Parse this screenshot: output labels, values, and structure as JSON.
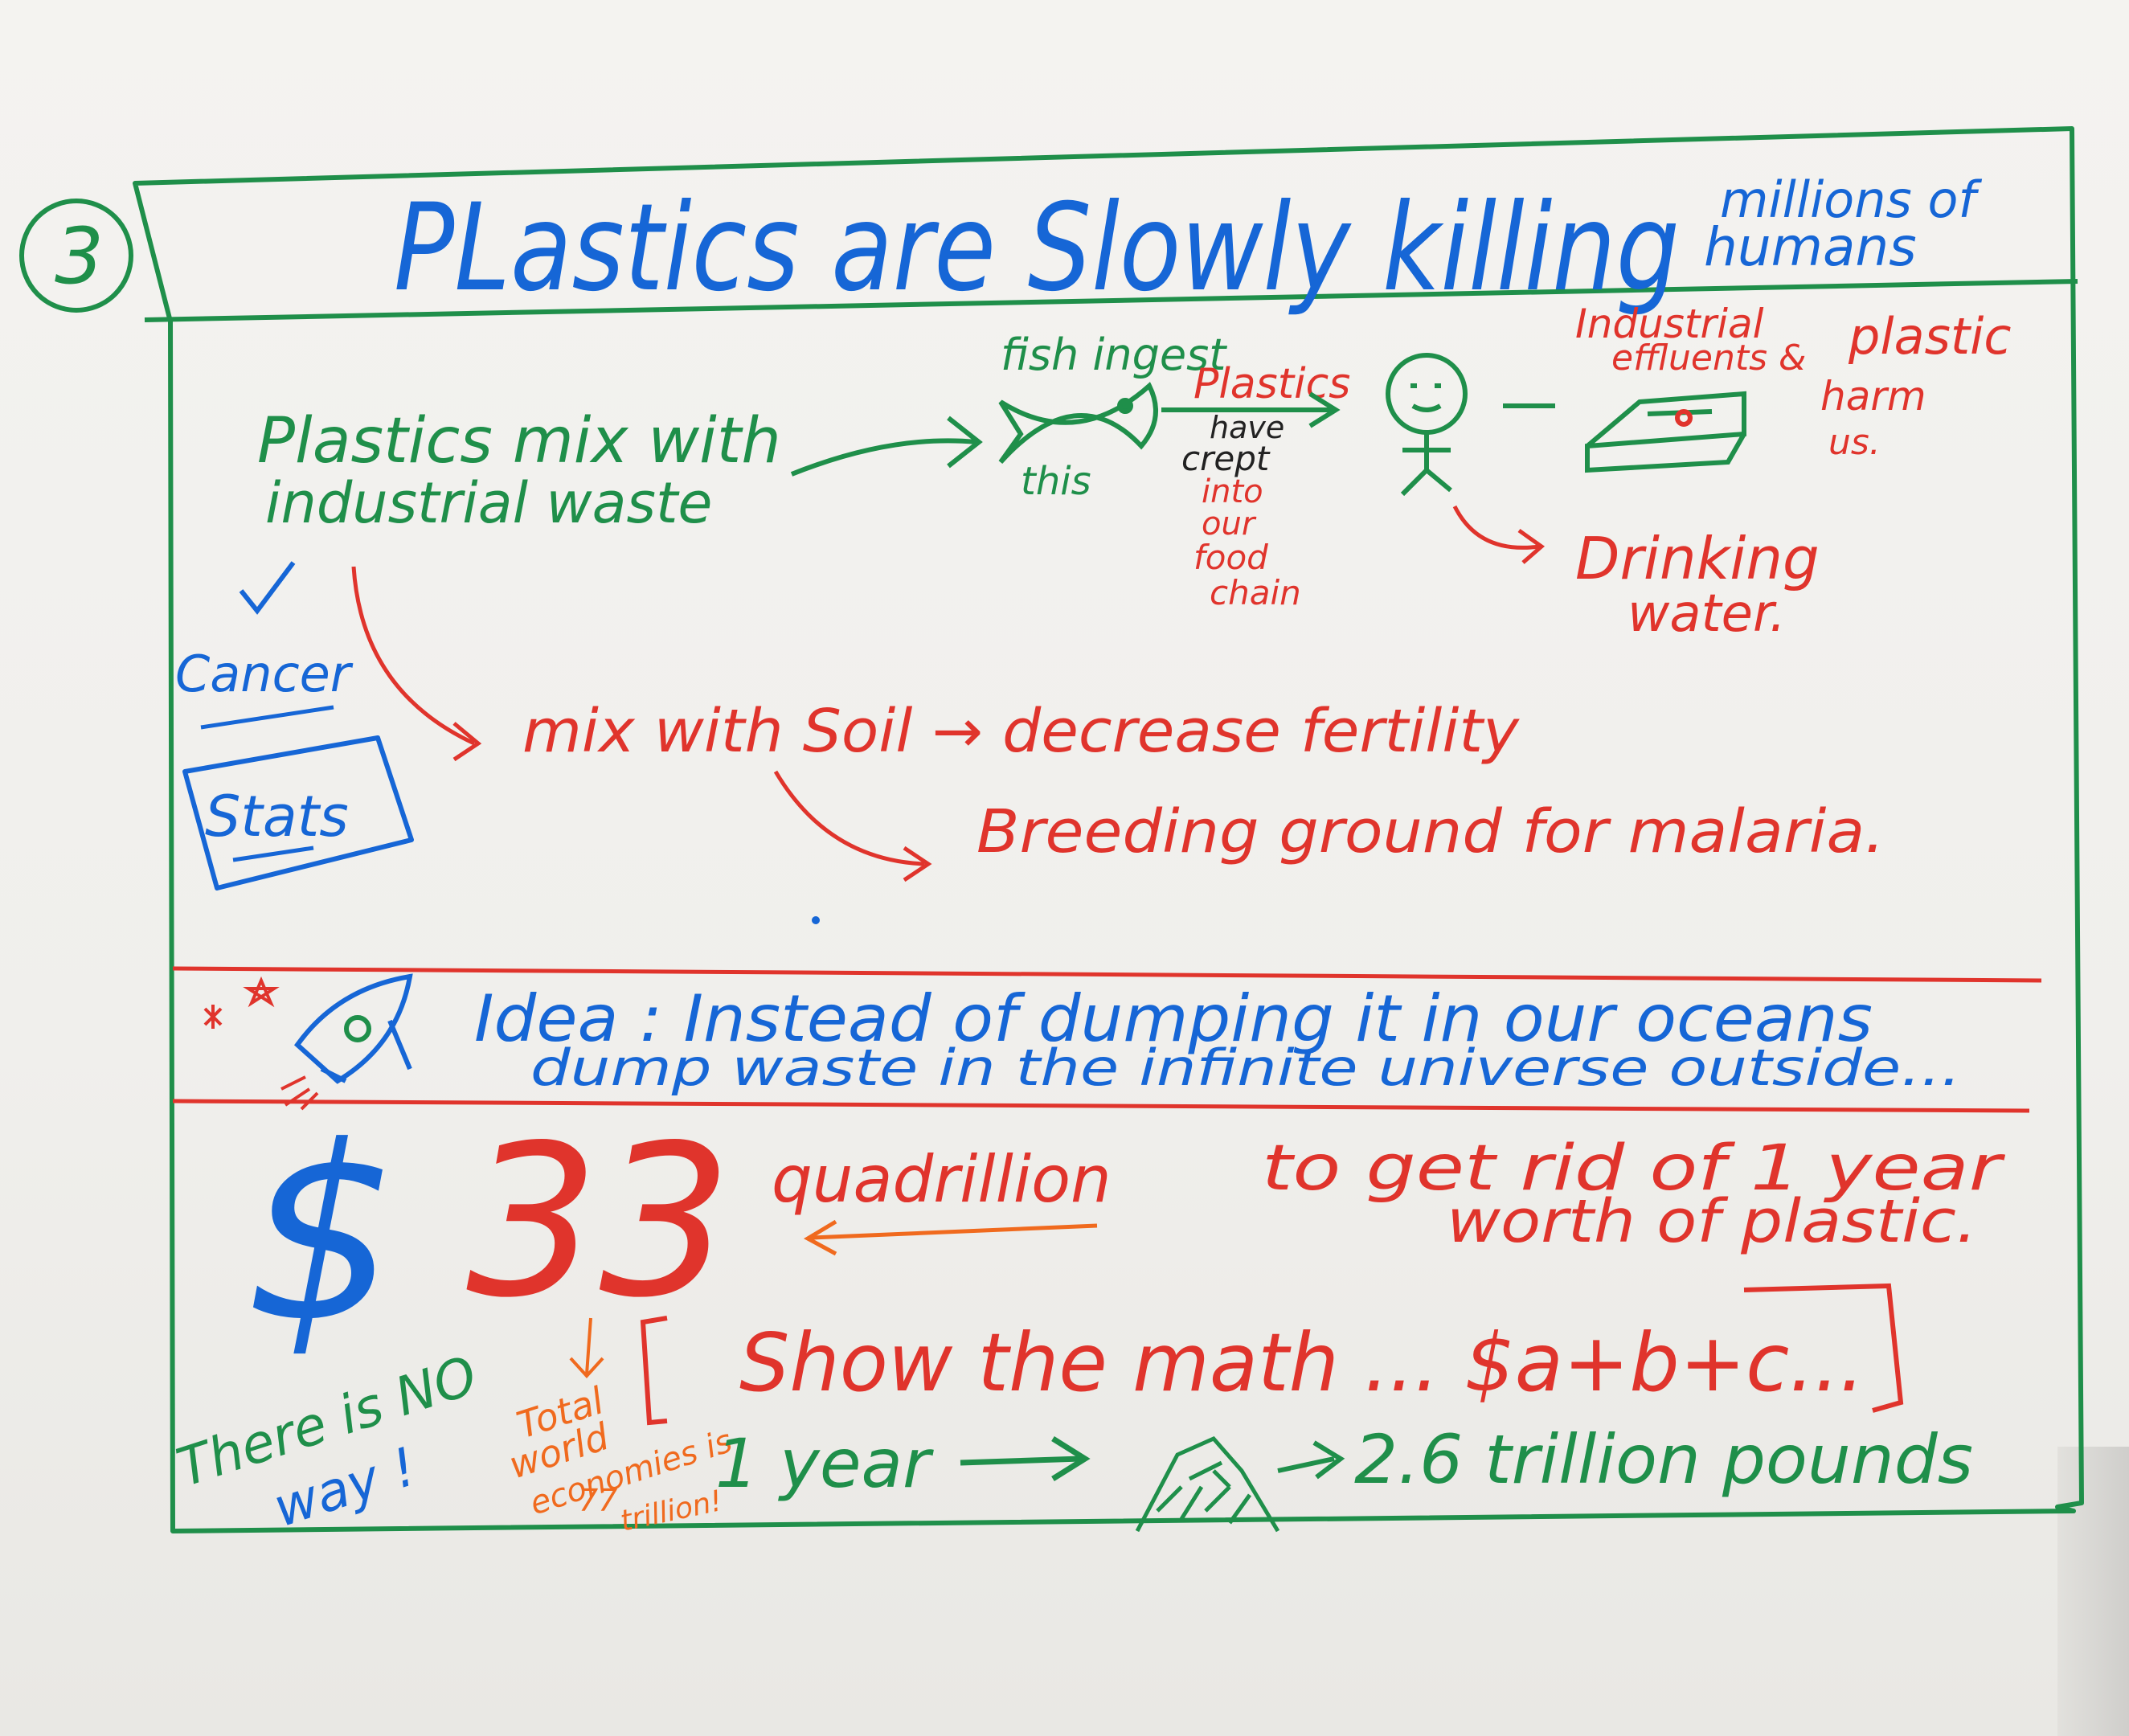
{
  "note": {
    "number": "3",
    "title_main": "PLastics are Slowly killing",
    "title_side_1": "millions of",
    "title_side_2": "humans",
    "left_text_1": "Plastics mix with",
    "left_text_2": "industrial waste",
    "fish_top": "fish ingest",
    "fish_bottom": "this",
    "plastics_label": "Plastics",
    "food_chain": [
      "have",
      "crept",
      "into",
      "our",
      "food",
      "chain"
    ],
    "industrial_1": "Industrial",
    "industrial_2": "effluents &",
    "plastic_harm_1": "plastic",
    "plastic_harm_2": "harm",
    "plastic_harm_3": "us.",
    "drinking_1": "Drinking",
    "drinking_2": "water.",
    "cancer": "Cancer",
    "stats": "Stats",
    "soil_text": "mix with Soil → decrease fertility",
    "malaria_text": "Breeding ground for malaria.",
    "idea_line_1": "Idea : Instead of dumping it in our oceans",
    "idea_line_2": "dump waste in the infinite universe outside...",
    "dollar": "$",
    "big_number": "33",
    "quadrillion": "quadrillion",
    "rid_text_1": "to get rid of 1 year",
    "rid_text_2": "worth of plastic.",
    "show_math": "Show the math ... $a+b+c...",
    "no_way_1": "There is NO",
    "no_way_2": "way !",
    "total_1": "Total",
    "total_2": "world",
    "total_3": "economies is",
    "total_4": "77",
    "total_5": "trillion!",
    "one_year": "1 year",
    "pounds": "2.6 trillion pounds"
  },
  "colors": {
    "green": "#1f8f4a",
    "blue": "#1666d6",
    "red": "#e0342c",
    "orange": "#f06a1e",
    "black": "#222222"
  }
}
